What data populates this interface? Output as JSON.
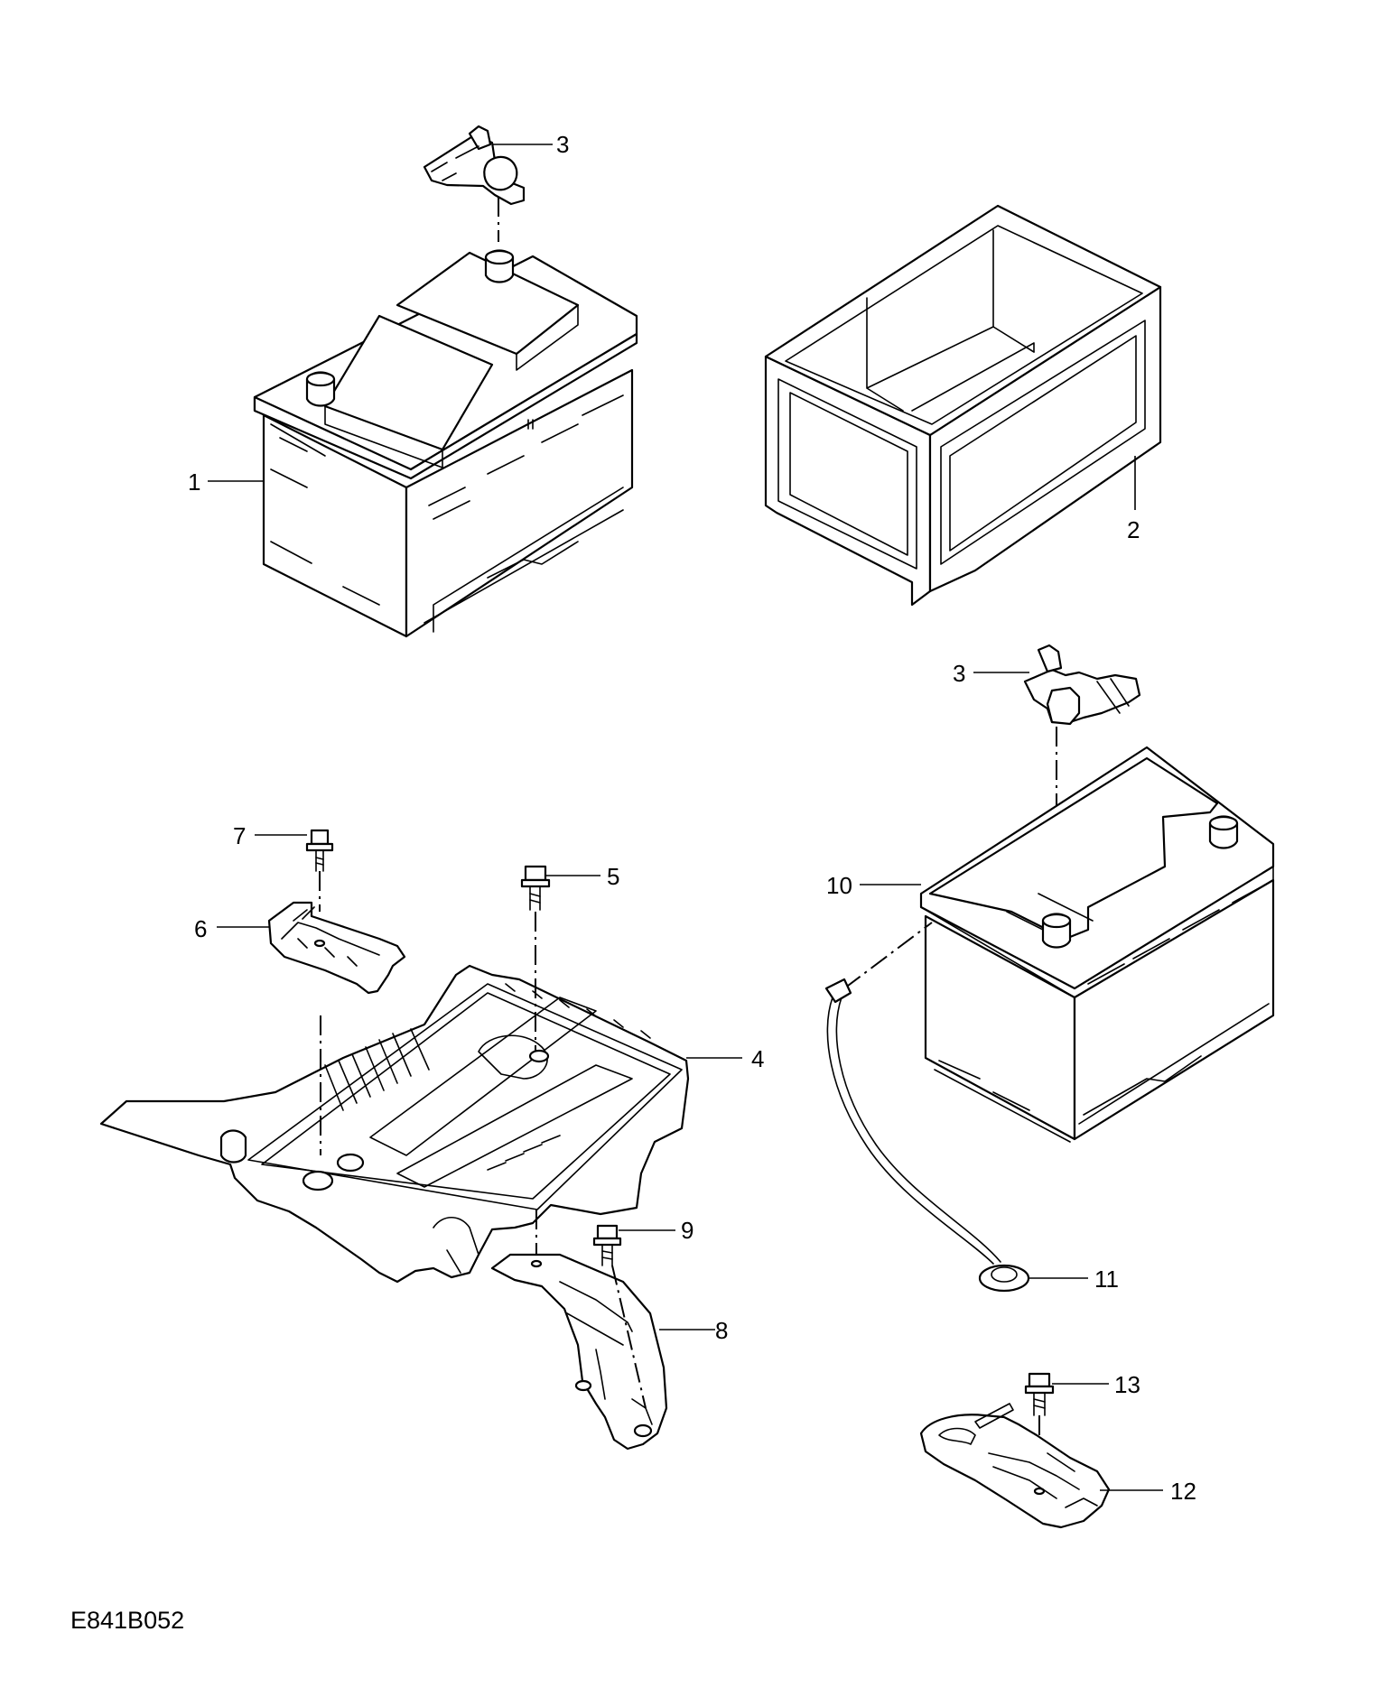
{
  "diagram": {
    "reference_code": "E841B052",
    "callouts": [
      {
        "id": "c1",
        "label": "1"
      },
      {
        "id": "c2",
        "label": "2"
      },
      {
        "id": "c3a",
        "label": "3"
      },
      {
        "id": "c3b",
        "label": "3"
      },
      {
        "id": "c4",
        "label": "4"
      },
      {
        "id": "c5",
        "label": "5"
      },
      {
        "id": "c6",
        "label": "6"
      },
      {
        "id": "c7",
        "label": "7"
      },
      {
        "id": "c8",
        "label": "8"
      },
      {
        "id": "c9",
        "label": "9"
      },
      {
        "id": "c10",
        "label": "10"
      },
      {
        "id": "c11",
        "label": "11"
      },
      {
        "id": "c12",
        "label": "12"
      },
      {
        "id": "c13",
        "label": "13"
      }
    ]
  }
}
